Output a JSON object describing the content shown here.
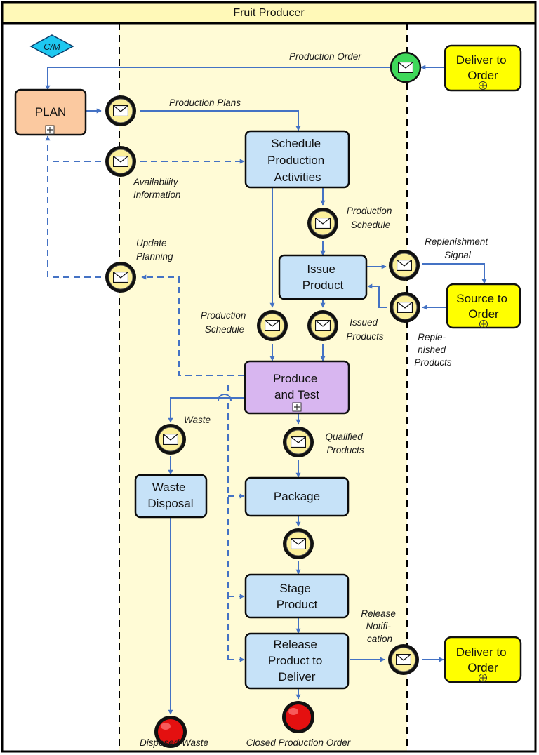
{
  "pool": {
    "title": "Fruit Producer"
  },
  "gateway": {
    "label": "C/M"
  },
  "tasks": {
    "plan": [
      "PLAN"
    ],
    "schedule": [
      "Schedule",
      "Production",
      "Activities"
    ],
    "issue": [
      "Issue",
      "Product"
    ],
    "produce": [
      "Produce",
      "and Test"
    ],
    "waste_disposal": [
      "Waste",
      "Disposal"
    ],
    "package": [
      "Package"
    ],
    "stage": [
      "Stage",
      "Product"
    ],
    "release": [
      "Release",
      "Product to",
      "Deliver"
    ],
    "deliver_top": [
      "Deliver to",
      "Order"
    ],
    "source": [
      "Source to",
      "Order"
    ],
    "deliver_bottom": [
      "Deliver to",
      "Order"
    ]
  },
  "labels": {
    "production_order": [
      "Production Order"
    ],
    "production_plans": [
      "Production Plans"
    ],
    "availability_information": [
      "Availability",
      "Information"
    ],
    "production_schedule_1": [
      "Production",
      "Schedule"
    ],
    "update_planning": [
      "Update",
      "Planning"
    ],
    "replenishment_signal": [
      "Replenishment",
      "Signal"
    ],
    "production_schedule_2": [
      "Production",
      "Schedule"
    ],
    "issued_products": [
      "Issued",
      "Products"
    ],
    "replenished_products": [
      "Reple-",
      "nished",
      "Products"
    ],
    "waste": [
      "Waste"
    ],
    "qualified_products": [
      "Qualified",
      "Products"
    ],
    "release_notification": [
      "Release",
      "Notifi-",
      "cation"
    ],
    "disposed_waste": [
      "Disposed Waste"
    ],
    "closed_production_order": [
      "Closed Production Order"
    ]
  },
  "colors": {
    "lane_highlight": "#fffbd6",
    "pool_header": "#fff9b8",
    "plan_fill": "#fbc9a0",
    "task_fill": "#c6e2f8",
    "produce_fill": "#d8b6f0",
    "external_fill": "#ffff00",
    "gateway_fill": "#1ec8f0",
    "message_event_fill": "#fbef9a",
    "start_event_fill": "#3fd85a",
    "end_event_fill": "#e41010",
    "flow_line": "#4472c4"
  }
}
